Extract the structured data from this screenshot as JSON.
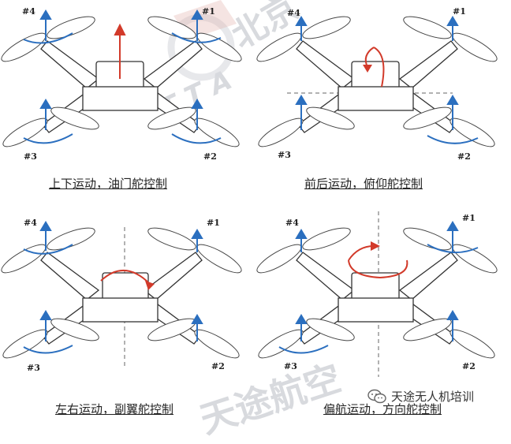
{
  "panels": [
    {
      "caption": "上下运动，油门舵控制",
      "labels": {
        "m4": "#4",
        "m1": "#1",
        "m3": "#3",
        "m2": "#2"
      }
    },
    {
      "caption": "前后运动，俯仰舵控制",
      "labels": {
        "m4": "#4",
        "m1": "#1",
        "m3": "#3",
        "m2": "#2"
      }
    },
    {
      "caption": "左右运动，副翼舵控制",
      "labels": {
        "m4": "#4",
        "m1": "#1",
        "m3": "#3",
        "m2": "#2"
      }
    },
    {
      "caption": "偏航运动，方向舵控制",
      "labels": {
        "m4": "#4",
        "m1": "#1",
        "m3": "#3",
        "m2": "#2"
      }
    }
  ],
  "watermark": {
    "top_text": "北京",
    "tta_text": "T T A",
    "bottom_text": "天途航空"
  },
  "footer": {
    "account": "天途无人机培训"
  },
  "colors": {
    "arrow_blue": "#2b6fbf",
    "arrow_red": "#d23a2a",
    "line": "#333333"
  }
}
